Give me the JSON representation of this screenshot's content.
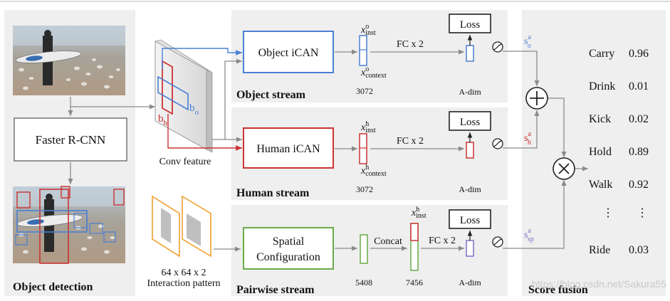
{
  "detection": {
    "title": "Object detection",
    "detector_label": "Faster R-CNN"
  },
  "conv": {
    "label": "Conv feature",
    "b_h": "b",
    "b_h_sub": "h",
    "b_o": "b",
    "b_o_sub": "o"
  },
  "interaction": {
    "size_label": "64 x 64 x 2",
    "name_label": "Interaction pattern"
  },
  "object_stream": {
    "title": "Object stream",
    "module": "Object iCAN",
    "x_inst": "x",
    "x_inst_sup": "o",
    "x_inst_sub": "inst",
    "x_context": "x",
    "x_context_sup": "o",
    "x_context_sub": "context",
    "dim": "3072",
    "fc": "FC x 2",
    "loss": "Loss",
    "out_dim": "A-dim",
    "score": "s",
    "score_sup": "a",
    "score_sub": "o"
  },
  "human_stream": {
    "title": "Human stream",
    "module": "Human iCAN",
    "x_inst": "x",
    "x_inst_sup": "h",
    "x_inst_sub": "inst",
    "x_context": "x",
    "x_context_sup": "h",
    "x_context_sub": "context",
    "dim": "3072",
    "fc": "FC x 2",
    "loss": "Loss",
    "out_dim": "A-dim",
    "score": "s",
    "score_sup": "a",
    "score_sub": "h"
  },
  "pairwise_stream": {
    "title": "Pairwise stream",
    "module_line1": "Spatial",
    "module_line2": "Configuration",
    "dim_in": "5408",
    "concat": "Concat",
    "x_inst": "x",
    "x_inst_sup": "h",
    "x_inst_sub": "inst",
    "dim_concat": "7456",
    "fc": "FC x 2",
    "loss": "Loss",
    "out_dim": "A-dim",
    "score": "s",
    "score_sup": "a",
    "score_sub": "sp"
  },
  "fusion": {
    "title": "Score fusion",
    "plus": "+",
    "times": "×",
    "actions": [
      {
        "name": "Carry",
        "score": "0.96"
      },
      {
        "name": "Drink",
        "score": "0.01"
      },
      {
        "name": "Kick",
        "score": "0.02"
      },
      {
        "name": "Hold",
        "score": "0.89"
      },
      {
        "name": "Walk",
        "score": "0.92"
      },
      {
        "name": "⋮",
        "score": "⋮"
      },
      {
        "name": "Ride",
        "score": "0.03"
      }
    ]
  },
  "watermark": "https://blog.csdn.net/Sakura55",
  "colors": {
    "object": "#4a7fd4",
    "human": "#cc3333",
    "pairwise": "#6aaa4a",
    "interaction": "#f0a030",
    "panel": "#efefef",
    "spatial_vector": "#7a70c8"
  }
}
